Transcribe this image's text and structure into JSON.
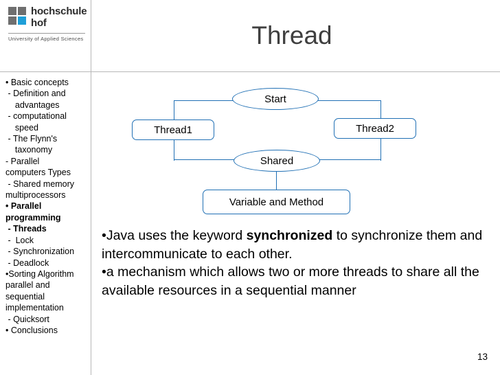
{
  "logo": {
    "line1": "hochschule",
    "line2": "hof",
    "subtitle": "University of Applied Sciences",
    "accent_color": "#1f9fd8",
    "square_color": "#6f6f6f"
  },
  "slide": {
    "title": "Thread",
    "page_number": "13"
  },
  "sidebar": {
    "items": [
      {
        "text": "• Basic concepts",
        "bold": false
      },
      {
        "text": " - Definition and",
        "bold": false
      },
      {
        "text": "    advantages",
        "bold": false
      },
      {
        "text": " - computational",
        "bold": false
      },
      {
        "text": "    speed",
        "bold": false
      },
      {
        "text": " - The Flynn's",
        "bold": false
      },
      {
        "text": "    taxonomy",
        "bold": false
      },
      {
        "text": "- Parallel",
        "bold": false
      },
      {
        "text": "computers Types",
        "bold": false
      },
      {
        "text": " - Shared memory",
        "bold": false
      },
      {
        "text": "multiprocessors",
        "bold": false
      },
      {
        "text": "• Parallel",
        "bold": true
      },
      {
        "text": "programming",
        "bold": true
      },
      {
        "text": " - Threads",
        "bold": true
      },
      {
        "text": " -  Lock",
        "bold": false
      },
      {
        "text": " - Synchronization",
        "bold": false
      },
      {
        "text": " - Deadlock",
        "bold": false
      },
      {
        "text": "•Sorting Algorithm",
        "bold": false
      },
      {
        "text": "parallel and",
        "bold": false
      },
      {
        "text": "sequential",
        "bold": false
      },
      {
        "text": "implementation",
        "bold": false
      },
      {
        "text": " - Quicksort",
        "bold": false
      },
      {
        "text": "• Conclusions",
        "bold": false
      }
    ]
  },
  "diagram": {
    "border_color": "#1f6fb4",
    "nodes": [
      {
        "id": "start",
        "label": "Start",
        "shape": "ellipse"
      },
      {
        "id": "thread1",
        "label": "Thread1",
        "shape": "rounded"
      },
      {
        "id": "thread2",
        "label": "Thread2",
        "shape": "rounded"
      },
      {
        "id": "shared",
        "label": "Shared",
        "shape": "ellipse"
      },
      {
        "id": "variable",
        "label": "Variable and Method",
        "shape": "rounded"
      }
    ]
  },
  "body": {
    "paragraph1_prefix": "•Java uses the keyword ",
    "paragraph1_bold": "synchronized",
    "paragraph1_suffix": " to synchronize them and intercommunicate to each other.",
    "paragraph2": "•a mechanism which allows two or more threads to share all the available resources in a sequential manner"
  }
}
